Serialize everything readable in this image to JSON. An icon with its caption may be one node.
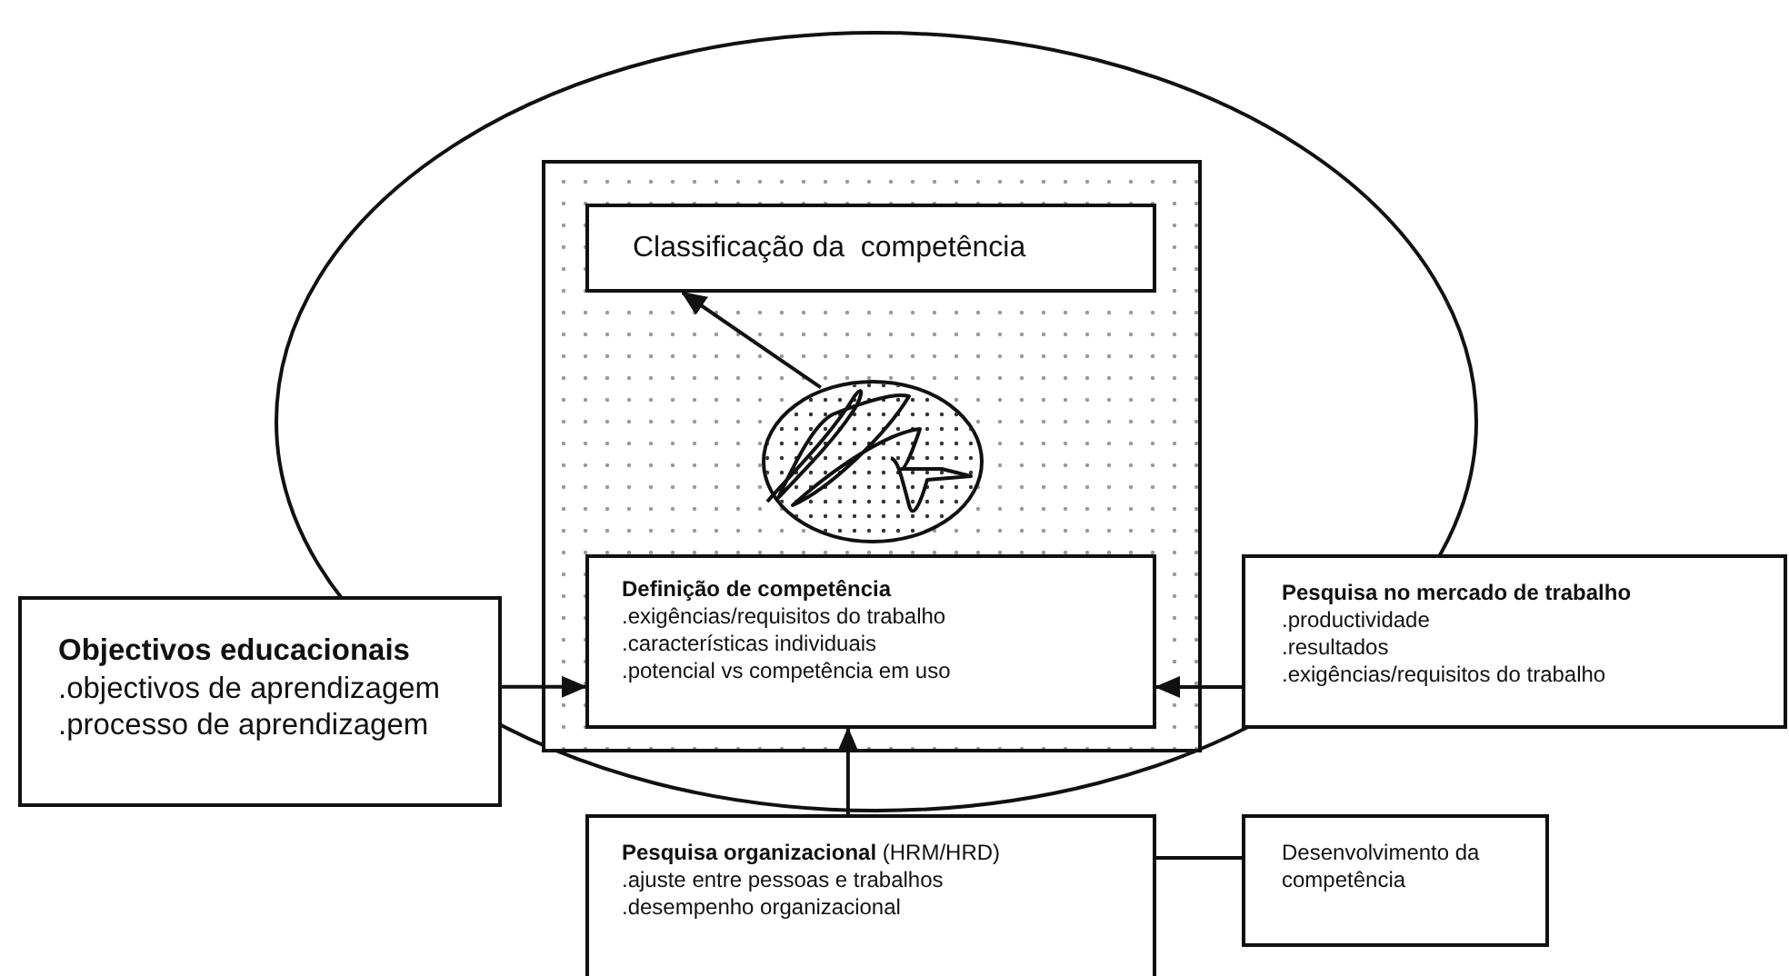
{
  "diagram": {
    "nodes": [
      {
        "text": [],
        "shape": "box"
      },
      {
        "text": [
          "Classificação da  competência"
        ],
        "in": 0
      },
      {
        "text": [],
        "shape": "circle",
        "in": 0
      },
      {
        "text": [
          "Definição de competência",
          ".exigências/requisitos do trabalho",
          ".características individuais",
          ".potencial vs competência em uso"
        ],
        "in": 0
      },
      {
        "text": [
          "Objectivos educacionais",
          ".objectivos de aprendizagem",
          ".processo de aprendizagem"
        ]
      },
      {
        "text": [
          "Pesquisa no mercado de trabalho",
          ".productividade",
          ".resultados",
          ".exigências/requisitos do trabalho"
        ]
      },
      {
        "text": [
          "**Pesquisa organizacional** (HRM/HRD)",
          ".ajuste entre pessoas e trabalhos",
          ".desempenho organizacional"
        ]
      },
      {
        "text": [
          "Desenvolvimento da competência"
        ]
      }
    ],
    "edges": [
      {
        "from": 2,
        "to": 1,
        "arrow": "to"
      },
      {
        "from": 4,
        "to": 3,
        "arrow": "to"
      },
      {
        "from": 5,
        "to": 3,
        "arrow": "to"
      },
      {
        "from": 6,
        "to": 3,
        "arrow": "to"
      },
      {
        "from": 6,
        "to": 7,
        "arrow": "none"
      }
    ]
  }
}
